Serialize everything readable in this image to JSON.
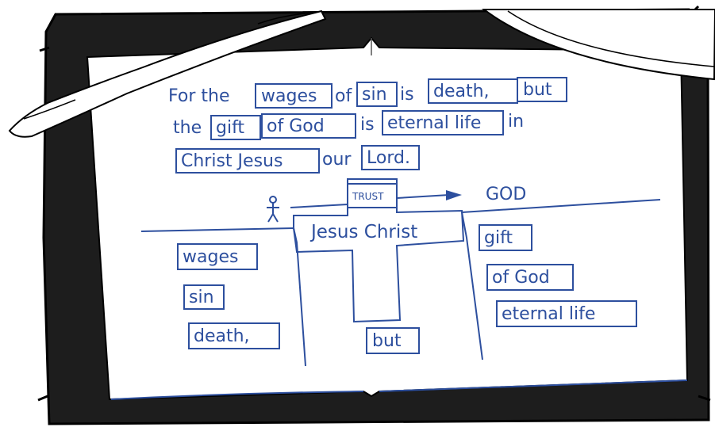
{
  "verse": {
    "line1": {
      "w1": "For the",
      "w2": "wages",
      "w3": "of",
      "w4": "sin",
      "w5": "is",
      "w6": "death,",
      "w7": "but"
    },
    "line2": {
      "w1": "the",
      "w2": "gift",
      "w3": "of God",
      "w4": "is",
      "w5": "eternal life",
      "w6": "in"
    },
    "line3": {
      "w1": "Christ Jesus",
      "w2": "our",
      "w3": "Lord."
    }
  },
  "diagram": {
    "trust_label": "TRUST",
    "god_label": "GOD",
    "cross_label": "Jesus Christ",
    "cross_bottom": "but",
    "left_column": [
      "wages",
      "sin",
      "death,"
    ],
    "right_column": [
      "gift",
      "of God",
      "eternal life"
    ]
  },
  "colors": {
    "ink": "#2d4f9e",
    "board": "#1c1c1c",
    "paper": "#ffffff"
  },
  "icons": {
    "stick_figure": "person-icon",
    "arrow": "arrow-right-icon"
  }
}
